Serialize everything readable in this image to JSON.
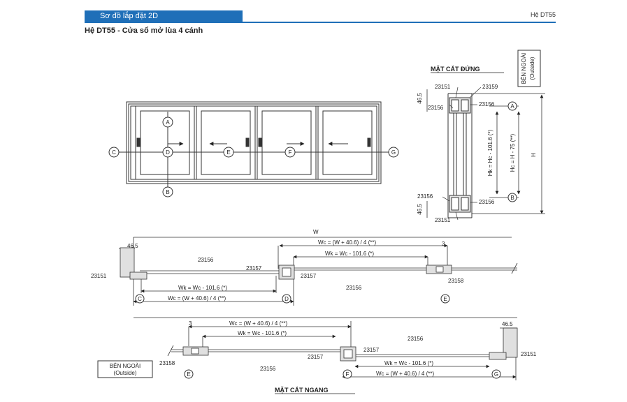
{
  "header": {
    "section_title": "Sơ đồ lắp đặt 2D",
    "system_name": "Hệ DT55"
  },
  "subtitle": "Hệ DT55 - Cửa sổ mở lùa 4 cánh",
  "section_labels": {
    "vertical": "MẶT CẮT ĐỨNG",
    "horizontal": "MẶT CẮT NGANG"
  },
  "outside_label": {
    "vi": "BÊN NGOÀI",
    "en": "(Outside)"
  },
  "markers": [
    "A",
    "B",
    "C",
    "D",
    "E",
    "F",
    "G"
  ],
  "profile_codes": {
    "p23151": "23151",
    "p23156": "23156",
    "p23157": "23157",
    "p23158": "23158",
    "p23159": "23159"
  },
  "dimensions": {
    "d465": "46.5",
    "d3": "3",
    "W": "W",
    "H": "H",
    "wc_formula": "Wc = (W + 40.6) / 4 (**)",
    "wk_formula": "Wk = Wc - 101.6 (*)",
    "hk_formula": "Hk = Hc - 101.6 (*)",
    "hc_formula": "Hc = H - 75 (**)"
  }
}
